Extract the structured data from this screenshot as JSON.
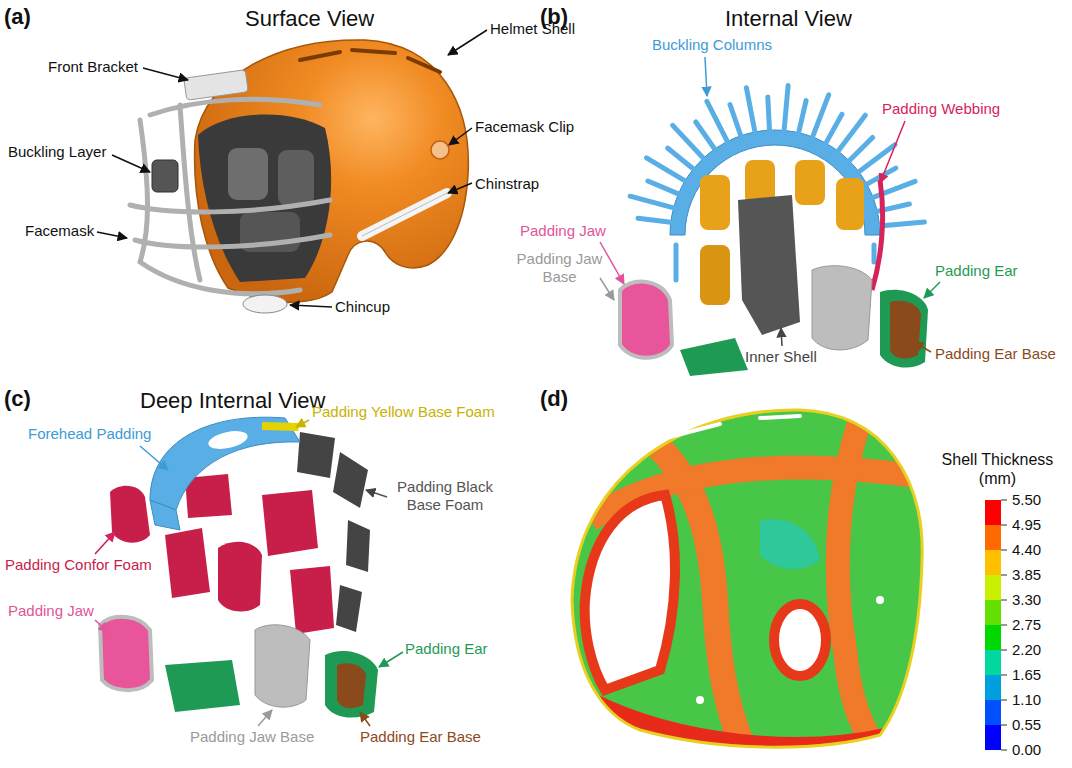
{
  "diagram": {
    "labels": [
      "(a)",
      "Surface View",
      "Helmet Shell",
      "Front Bracket",
      "Facemask Clip",
      "Buckling Layer",
      "Chinstrap",
      "Facemask",
      "Chincup",
      "(b)",
      "Internal View",
      "Buckling Columns",
      "Padding Webbing",
      "Padding Jaw",
      "Padding Jaw Base",
      "Inner Shell",
      "Padding Ear",
      "Padding Ear Base",
      "(c)",
      "Deep Internal View",
      "Forehead Padding",
      "Padding Yellow Base Foam",
      "Padding Black Base Foam",
      "Padding Confor Foam",
      "Padding Jaw",
      "Padding Ear",
      "Padding Jaw Base",
      "Padding Ear Base",
      "(d)",
      "Shell Thickness (mm)",
      "5.50",
      "4.95",
      "4.40",
      "3.85",
      "3.30",
      "2.75",
      "2.20",
      "1.65",
      "1.10",
      "0.55",
      "0.00"
    ]
  }
}
